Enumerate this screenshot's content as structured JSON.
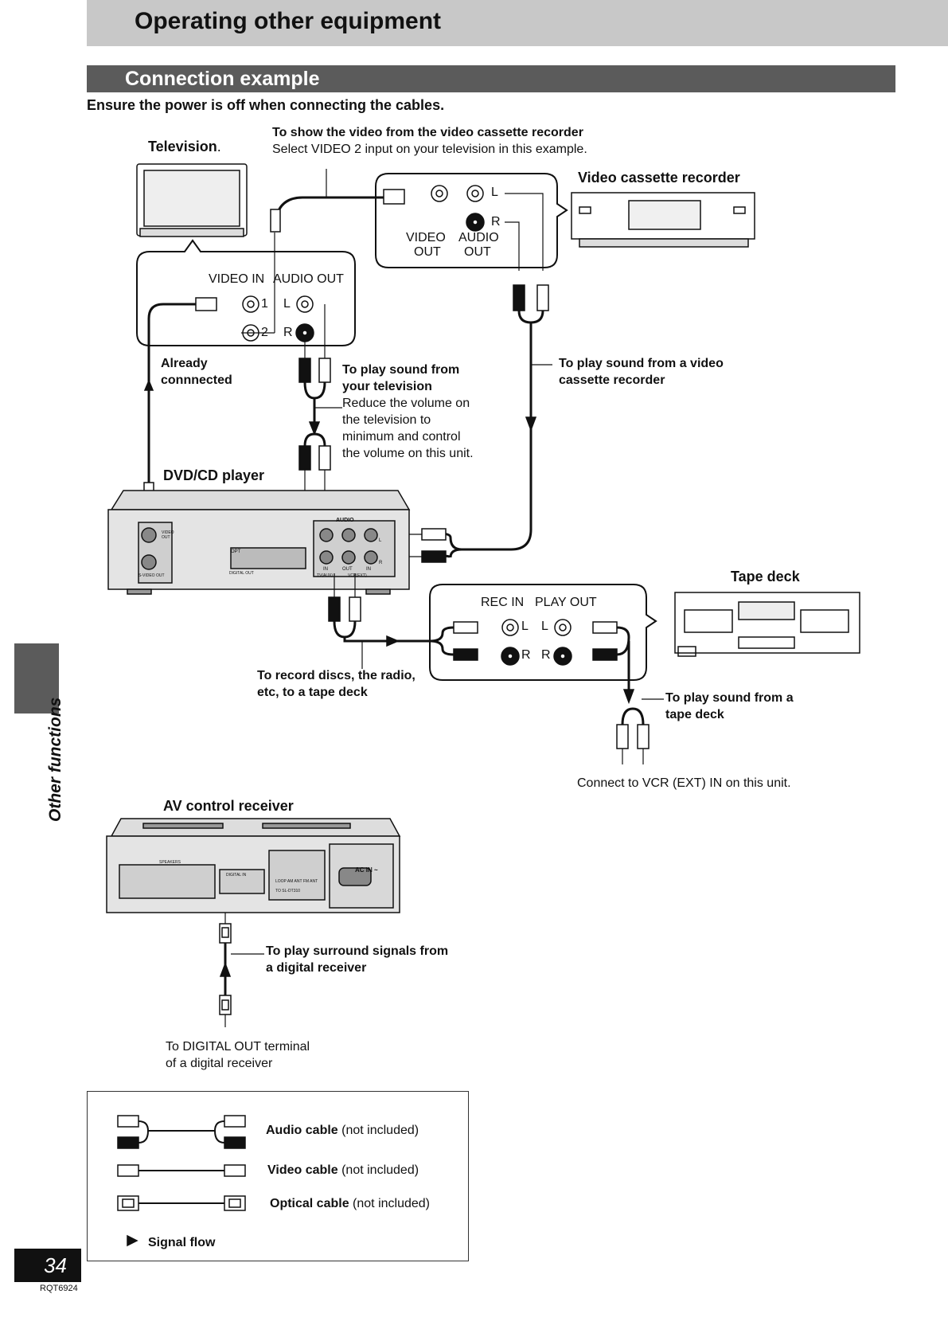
{
  "header": {
    "title": "Operating other equipment"
  },
  "section": {
    "title": "Connection example",
    "note": "Ensure the power is off when connecting the cables."
  },
  "tv": {
    "label": "Television",
    "label_suffix": ".",
    "video_in": "VIDEO IN",
    "audio_out": "AUDIO OUT",
    "jack1": "1",
    "jack2": "2",
    "L": "L",
    "R": "R"
  },
  "vcr_note": {
    "title": "To show the video from the video cassette recorder",
    "text": "Select VIDEO 2 input on your television in this example."
  },
  "vcr": {
    "label": "Video cassette recorder",
    "L": "L",
    "R": "R",
    "video": "VIDEO",
    "audio": "AUDIO",
    "out1": "OUT",
    "out2": "OUT"
  },
  "already": {
    "line1": "Already",
    "line2": "connnected"
  },
  "tv_sound": {
    "title1": "To play sound from",
    "title2": "your television",
    "l1": "Reduce the volume on",
    "l2": "the television to",
    "l3": "minimum and control",
    "l4": "the volume on this unit."
  },
  "vcr_sound": {
    "l1": "To play sound from a video",
    "l2": "cassette recorder"
  },
  "dvd": {
    "label": "DVD/CD player",
    "audio": "AUDIO",
    "video_out": "VIDEO OUT",
    "svideo": "S-VIDEO OUT",
    "opt": "OPT",
    "digital": "DIGITAL OUT",
    "in1": "IN",
    "out": "OUT",
    "in2": "IN",
    "tvaux": "TV(AUX)",
    "vcr": "VCR(EXT)",
    "L": "L",
    "R": "R"
  },
  "tape": {
    "label": "Tape deck",
    "rec_in": "REC IN",
    "play_out": "PLAY OUT",
    "L1": "L",
    "L2": "L",
    "R1": "R",
    "R2": "R"
  },
  "record": {
    "l1": "To record discs, the radio,",
    "l2": "etc, to a tape deck"
  },
  "tape_sound": {
    "l1": "To play sound from a",
    "l2": "tape deck"
  },
  "connect_vcr": "Connect to VCR (EXT) IN on this unit.",
  "av": {
    "label": "AV control receiver",
    "speakers": "SPEAKERS",
    "digital_in": "DIGITAL IN",
    "ac_in": "AC IN ~",
    "model": "TO SL-DT310",
    "antenna": "LOOP AM ANT FM ANT"
  },
  "surround": {
    "l1": "To play surround signals from",
    "l2": "a digital receiver"
  },
  "digital_out": {
    "l1": "To DIGITAL OUT terminal",
    "l2": "of a digital receiver"
  },
  "legend": {
    "audio_b": "Audio cable",
    "audio_n": "(not included)",
    "video_b": "Video cable",
    "video_n": "(not included)",
    "optical_b": "Optical cable",
    "optical_n": "(not included)",
    "signal": "Signal flow"
  },
  "sidebar": {
    "label": "Other functions"
  },
  "footer": {
    "page": "34",
    "code": "RQT6924"
  }
}
